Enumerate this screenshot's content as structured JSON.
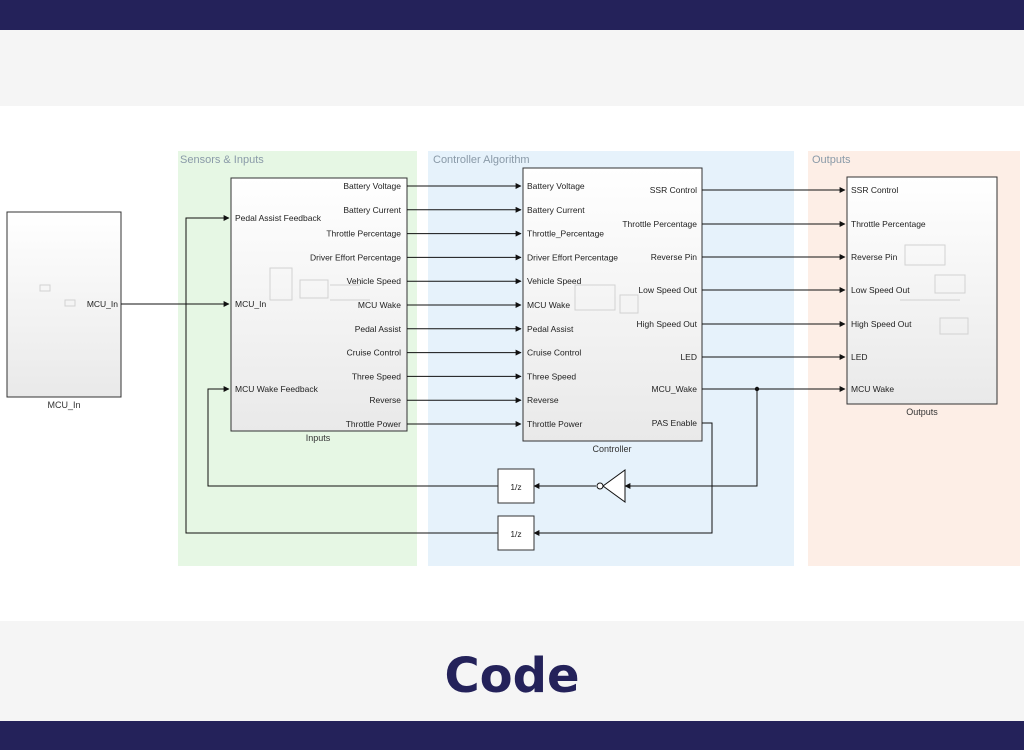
{
  "caption": "Code",
  "regions": {
    "sensors": {
      "title": "Sensors & Inputs",
      "color": "#e6f7e4"
    },
    "controller": {
      "title": "Controller Algorithm",
      "color": "#e6f2fb"
    },
    "outputs": {
      "title": "Outputs",
      "color": "#fdeee6"
    }
  },
  "blocks": {
    "mcu_in": {
      "name": "MCU_In",
      "port": "MCU_In"
    },
    "inputs": {
      "name": "Inputs",
      "in_ports": [
        "Pedal Assist Feedback",
        "MCU_In",
        "MCU Wake Feedback"
      ],
      "out_ports": [
        "Battery Voltage",
        "Battery Current",
        "Throttle Percentage",
        "Driver Effort Percentage",
        "Vehicle Speed",
        "MCU Wake",
        "Pedal Assist",
        "Cruise Control",
        "Three Speed",
        "Reverse",
        "Throttle Power"
      ]
    },
    "controller": {
      "name": "Controller",
      "in_ports": [
        "Battery Voltage",
        "Battery Current",
        "Throttle_Percentage",
        "Driver Effort Percentage",
        "Vehicle Speed",
        "MCU Wake",
        "Pedal Assist",
        "Cruise Control",
        "Three Speed",
        "Reverse",
        "Throttle Power"
      ],
      "out_ports": [
        "SSR Control",
        "Throttle Percentage",
        "Reverse Pin",
        "Low Speed Out",
        "High Speed Out",
        "LED",
        "MCU_Wake",
        "PAS Enable"
      ]
    },
    "outputs": {
      "name": "Outputs",
      "in_ports": [
        "SSR Control",
        "Throttle Percentage",
        "Reverse Pin",
        "Low Speed Out",
        "High Speed Out",
        "LED",
        "MCU Wake"
      ]
    }
  },
  "delay_label": "1/z"
}
